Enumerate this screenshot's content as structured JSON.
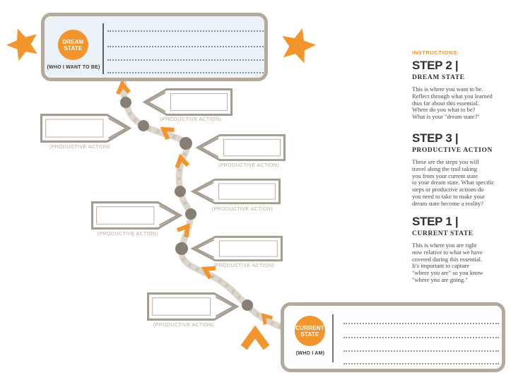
{
  "palette": {
    "accent_orange": "#F2952D",
    "trail_gray": "#DCD6CD",
    "node_gray": "#877E74",
    "box_border": "#B3A99D",
    "ink": "#3D3935",
    "label_gray": "#B3ABA0",
    "dream_fill": "#EAF2F8"
  },
  "dream_state": {
    "circle_label": "DREAM\nSTATE",
    "sublabel": "(WHO I WANT TO BE)"
  },
  "current_state": {
    "circle_label": "CURRENT\nSTATE",
    "sublabel": "(WHO I AM)"
  },
  "productive_actions": [
    {
      "label": "(PRODUCTIVE ACTION)"
    },
    {
      "label": "(PRODUCTIVE ACTION)"
    },
    {
      "label": "(PRODUCTIVE ACTION)"
    },
    {
      "label": "(PRODUCTIVE ACTION)"
    },
    {
      "label": "(PRODUCTIVE ACTION)"
    },
    {
      "label": "(PRODUCTIVE ACTION)"
    },
    {
      "label": "(PRODUCTIVE ACTION)"
    }
  ],
  "instructions": {
    "header": "INSTRUCTIONS:",
    "steps": [
      {
        "title": "STEP 2 |",
        "subtitle": "DREAM STATE",
        "body": "This is where you want to be.\nReflect through what you learned\nthus far about this essential.\nWhere do you what to be?\nWhat is your \"dream state?\""
      },
      {
        "title": "STEP 3 |",
        "subtitle": "PRODUCTIVE ACTION",
        "body": "These are the steps you will\ntravel along the trail taking\nyou from your current state\nto your dream state. What specific\nsteps or productive  actions do\nyou need to take  to make your\ndream state  become a reality?"
      },
      {
        "title": "STEP 1 |",
        "subtitle": "CURRENT STATE",
        "body": "This is where you are right\nnow relative to what we have\ncovered during this essential.\nIt's important to capture\n\"where you are\" so you know\n\"where you are going.\""
      }
    ]
  }
}
